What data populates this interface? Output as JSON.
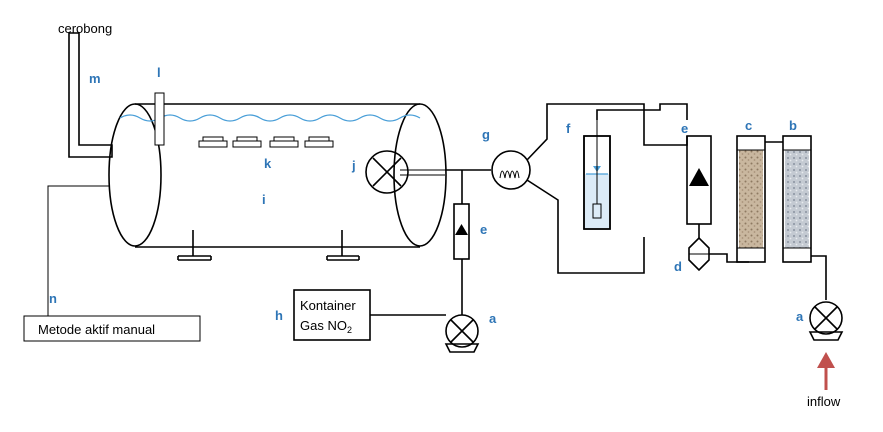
{
  "colors": {
    "label": "#2e75b6",
    "water": "#4a9fd8",
    "arrow": "#c0504d",
    "media_c": "#b7a48c",
    "media_b": "#aab2bd"
  },
  "texts": {
    "cerobong": "cerobong",
    "metode": "Metode aktif manual",
    "kontainer_line1": "Kontainer",
    "kontainer_line2": "Gas NO",
    "kontainer_sub": "2",
    "inflow": "inflow"
  },
  "labels": {
    "m": "m",
    "l": "l",
    "k": "k",
    "j": "j",
    "i": "i",
    "g": "g",
    "f": "f",
    "e1": "e",
    "e2": "e",
    "c": "c",
    "b": "b",
    "d": "d",
    "a1": "a",
    "a2": "a",
    "h": "h",
    "n": "n"
  }
}
